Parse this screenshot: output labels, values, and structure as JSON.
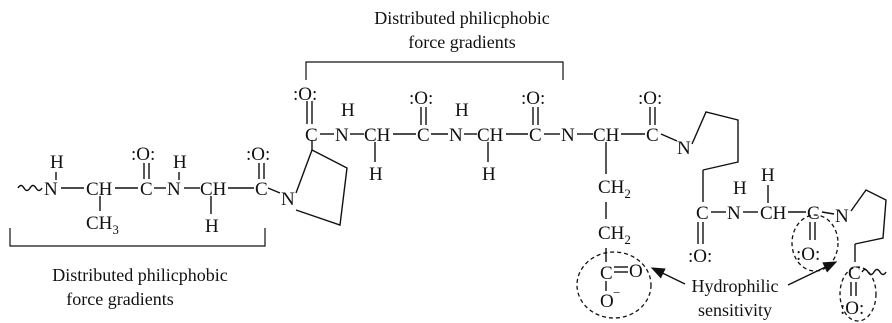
{
  "labels": {
    "top_line1": "Distributed philicphobic",
    "top_line2": "force gradients",
    "bottom_line1": "Distributed philicphobic",
    "bottom_line2": "force gradients",
    "hydro_line1": "Hydrophilic",
    "hydro_line2": "sensitivity"
  },
  "atoms": {
    "N": "N",
    "C": "C",
    "H": "H",
    "O_lp": ":O:",
    "O": "O",
    "O_lp_left": ":O",
    "CH": "CH",
    "CH3": "CH",
    "CH3_sub": "3",
    "CH2": "CH",
    "CH2_sub": "2",
    "O_minus": "O",
    "minus": "−"
  }
}
